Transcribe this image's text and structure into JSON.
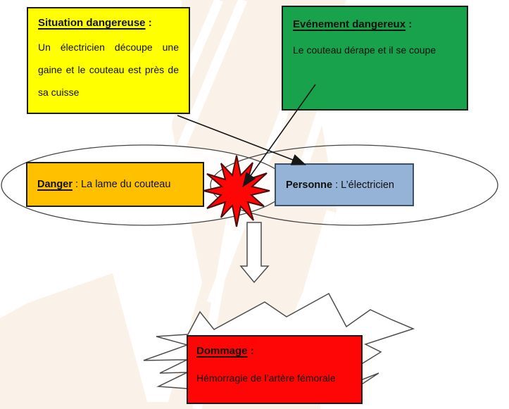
{
  "boxes": {
    "situation": {
      "title": "Situation dangereuse",
      "colon": " :",
      "body": "Un électricien découpe une gaine et le couteau est près de sa cuisse"
    },
    "evenement": {
      "title": "Evénement dangereux",
      "colon": " :",
      "body": "Le couteau dérape et il se coupe"
    },
    "danger": {
      "label": "Danger",
      "value": " : La lame du couteau"
    },
    "personne": {
      "label": "Personne",
      "value": " : L’électricien"
    },
    "dommage": {
      "title": "Dommage",
      "colon": " :",
      "body": "Hémorragie de l’artère fémorale"
    }
  },
  "colors": {
    "situation_fill": "#ffff00",
    "evenement_fill": "#18a24b",
    "danger_fill": "#ffc000",
    "personne_fill": "#95b3d7",
    "dommage_fill": "#fe0606",
    "impact_star_fill": "#fe0606",
    "impact_star_stroke": "#4a0d0d",
    "outline_gray": "#4d4d4d",
    "arrow_black": "#161616",
    "watermark_cream": "#faf2e8"
  },
  "connections": [
    {
      "from": "situation",
      "to": "personne"
    },
    {
      "from": "evenement",
      "to": "impact-star"
    },
    {
      "from": "hazard-zone",
      "to": "dommage"
    }
  ]
}
